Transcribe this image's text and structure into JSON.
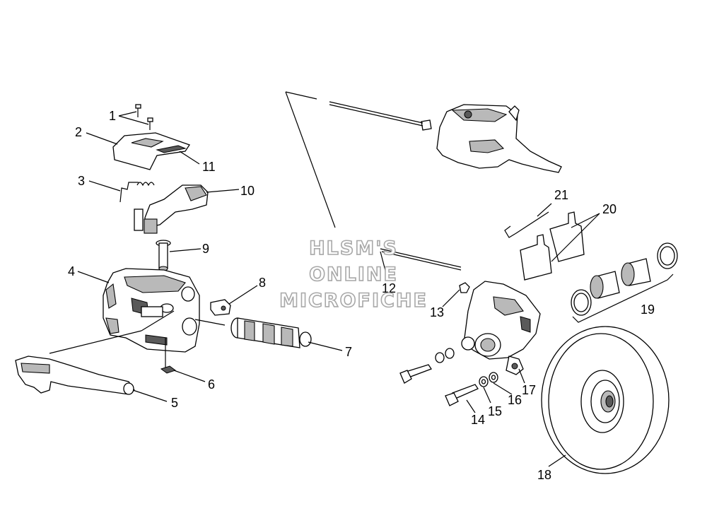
{
  "diagram": {
    "labels": [
      "1",
      "2",
      "3",
      "4",
      "5",
      "6",
      "7",
      "8",
      "9",
      "10",
      "11",
      "12",
      "13",
      "14",
      "15",
      "16",
      "17",
      "18",
      "19",
      "20",
      "21"
    ],
    "watermark": {
      "line1": "HLSM'S",
      "line2": "ONLINE",
      "line3": "MICROFICHE"
    }
  },
  "colors": {
    "line": "#000000",
    "shade": "#b9b9b9",
    "watermark_outline": "#a8a8a8"
  }
}
